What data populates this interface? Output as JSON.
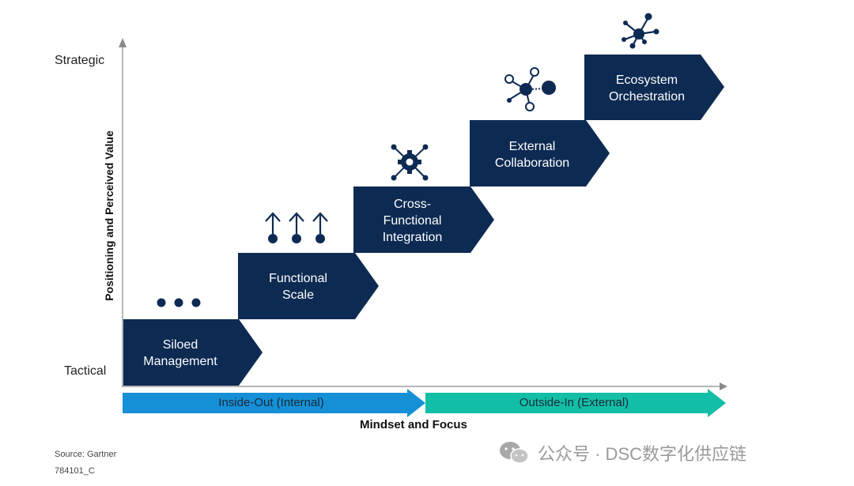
{
  "axes": {
    "y_top_label": "Strategic",
    "y_bottom_label": "Tactical",
    "y_title": "Positioning and Perceived Value",
    "x_title": "Mindset and Focus"
  },
  "bands": [
    {
      "label": "Inside-Out (Internal)",
      "color": "#1590d6"
    },
    {
      "label": "Outside-In (External)",
      "color": "#12bfa6"
    }
  ],
  "stages": [
    {
      "lines": [
        "Siloed",
        "Management"
      ],
      "icon": "ellipsis-dots-icon"
    },
    {
      "lines": [
        "Functional",
        "Scale"
      ],
      "icon": "three-up-arrows-icon"
    },
    {
      "lines": [
        "Cross-",
        "Functional",
        "Integration"
      ],
      "icon": "gear-network-icon"
    },
    {
      "lines": [
        "External",
        "Collaboration"
      ],
      "icon": "molecule-network-icon"
    },
    {
      "lines": [
        "Ecosystem",
        "Orchestration"
      ],
      "icon": "hub-network-icon"
    }
  ],
  "source": {
    "line1": "Source: Gartner",
    "line2": "784101_C"
  },
  "watermark": {
    "text": "公众号 · DSC数字化供应链"
  },
  "colors": {
    "stage_fill": "#0d2a52",
    "axis": "#8a8a8a"
  }
}
